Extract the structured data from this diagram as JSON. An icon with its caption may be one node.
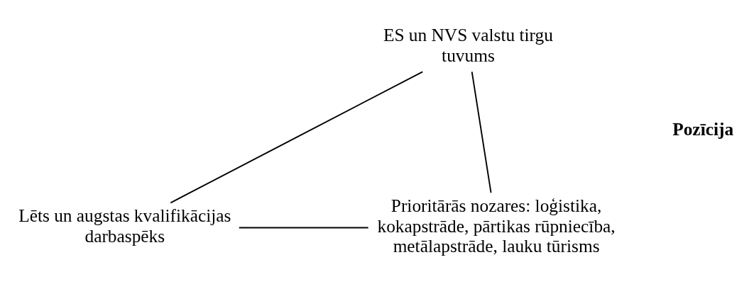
{
  "diagram": {
    "nodes": [
      {
        "text": [
          "ES un NVS valstu tirgu tuvums"
        ]
      },
      {
        "text": [
          "Lēts un augstas kvalifikācijas darbaspēks"
        ]
      },
      {
        "text": [
          "Prioritārās nozares: loģistika, kokapstrāde, pārtikas rūpniecība, metālapstrāde, lauku tūrisms"
        ]
      }
    ],
    "edges": [
      {
        "from": 0,
        "to": 1,
        "arrow": "none"
      },
      {
        "from": 0,
        "to": 2,
        "arrow": "none"
      },
      {
        "from": 1,
        "to": 2,
        "arrow": "none"
      }
    ],
    "labels": [
      "Pozīcija"
    ]
  }
}
